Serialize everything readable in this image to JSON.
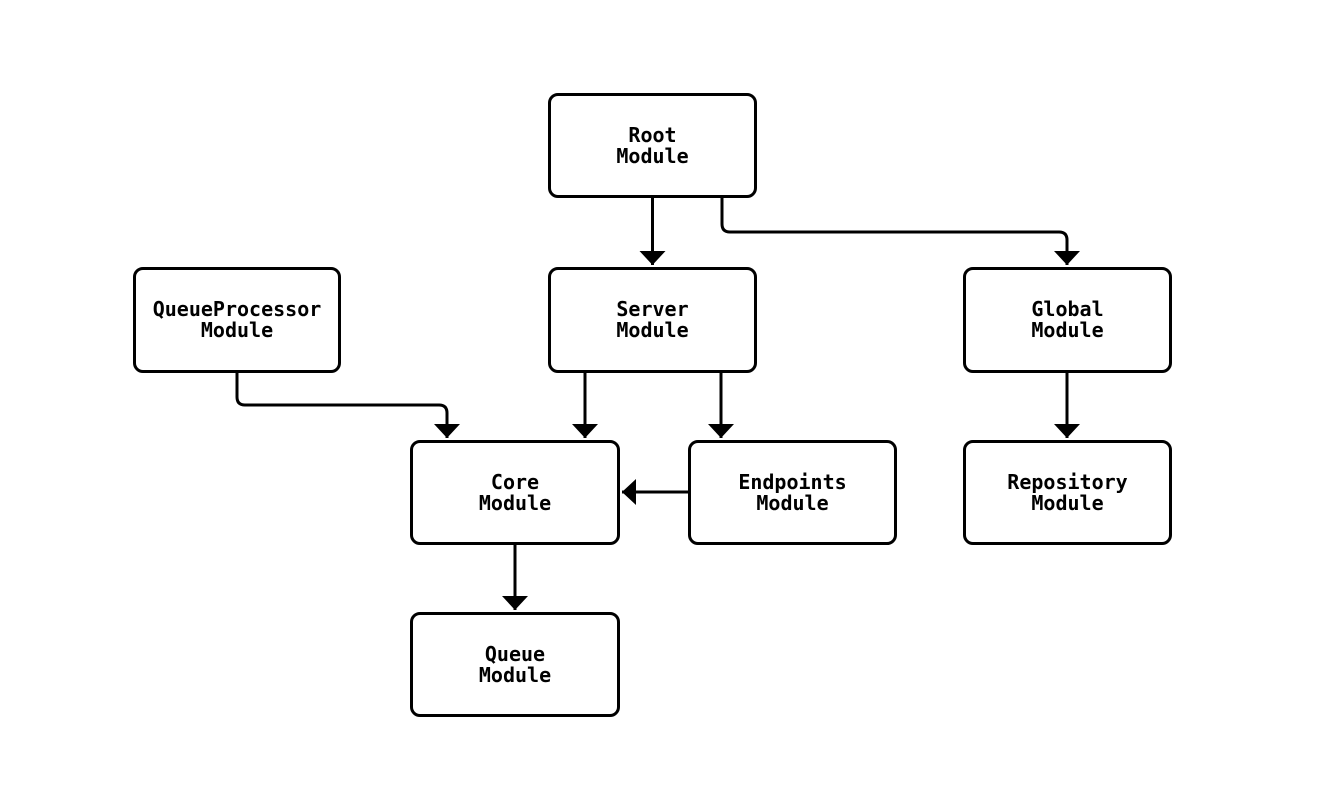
{
  "diagram": {
    "type": "flowchart",
    "direction": "top-down",
    "description": "Module dependency graph"
  },
  "nodes": {
    "root": {
      "label": "Root\nModule"
    },
    "queueprocessor": {
      "label": "QueueProcessor\nModule"
    },
    "server": {
      "label": "Server\nModule"
    },
    "global": {
      "label": "Global\nModule"
    },
    "core": {
      "label": "Core\nModule"
    },
    "endpoints": {
      "label": "Endpoints\nModule"
    },
    "repository": {
      "label": "Repository\nModule"
    },
    "queue": {
      "label": "Queue\nModule"
    }
  },
  "edges": [
    {
      "from": "Root Module",
      "to": "Server Module"
    },
    {
      "from": "Root Module",
      "to": "Global Module"
    },
    {
      "from": "QueueProcessor Module",
      "to": "Core Module"
    },
    {
      "from": "Server Module",
      "to": "Core Module"
    },
    {
      "from": "Server Module",
      "to": "Endpoints Module"
    },
    {
      "from": "Global Module",
      "to": "Repository Module"
    },
    {
      "from": "Endpoints Module",
      "to": "Core Module"
    },
    {
      "from": "Core Module",
      "to": "Queue Module"
    }
  ],
  "colors": {
    "background": "#ffffff",
    "node_fill": "#ffffff",
    "stroke": "#000000",
    "text": "#000000"
  }
}
